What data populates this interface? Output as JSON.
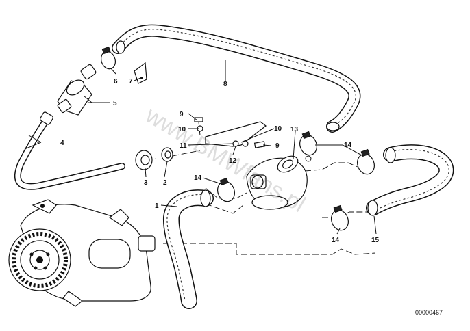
{
  "diagram": {
    "callouts": [
      {
        "id": "c1",
        "text": "1"
      },
      {
        "id": "c2",
        "text": "2"
      },
      {
        "id": "c3",
        "text": "3"
      },
      {
        "id": "c4",
        "text": "4"
      },
      {
        "id": "c5",
        "text": "5"
      },
      {
        "id": "c6",
        "text": "6"
      },
      {
        "id": "c7",
        "text": "7"
      },
      {
        "id": "c8",
        "text": "8"
      },
      {
        "id": "c9a",
        "text": "9"
      },
      {
        "id": "c9b",
        "text": "9"
      },
      {
        "id": "c10a",
        "text": "10"
      },
      {
        "id": "c10b",
        "text": "10"
      },
      {
        "id": "c11",
        "text": "11"
      },
      {
        "id": "c12",
        "text": "12"
      },
      {
        "id": "c13",
        "text": "13"
      },
      {
        "id": "c14a",
        "text": "14"
      },
      {
        "id": "c14b",
        "text": "14"
      },
      {
        "id": "c14c",
        "text": "14"
      },
      {
        "id": "c15",
        "text": "15"
      }
    ],
    "diagram_id": "00000467",
    "watermark": "www.BMWfans.pl",
    "colors": {
      "line": "#111111",
      "background": "#ffffff"
    }
  }
}
